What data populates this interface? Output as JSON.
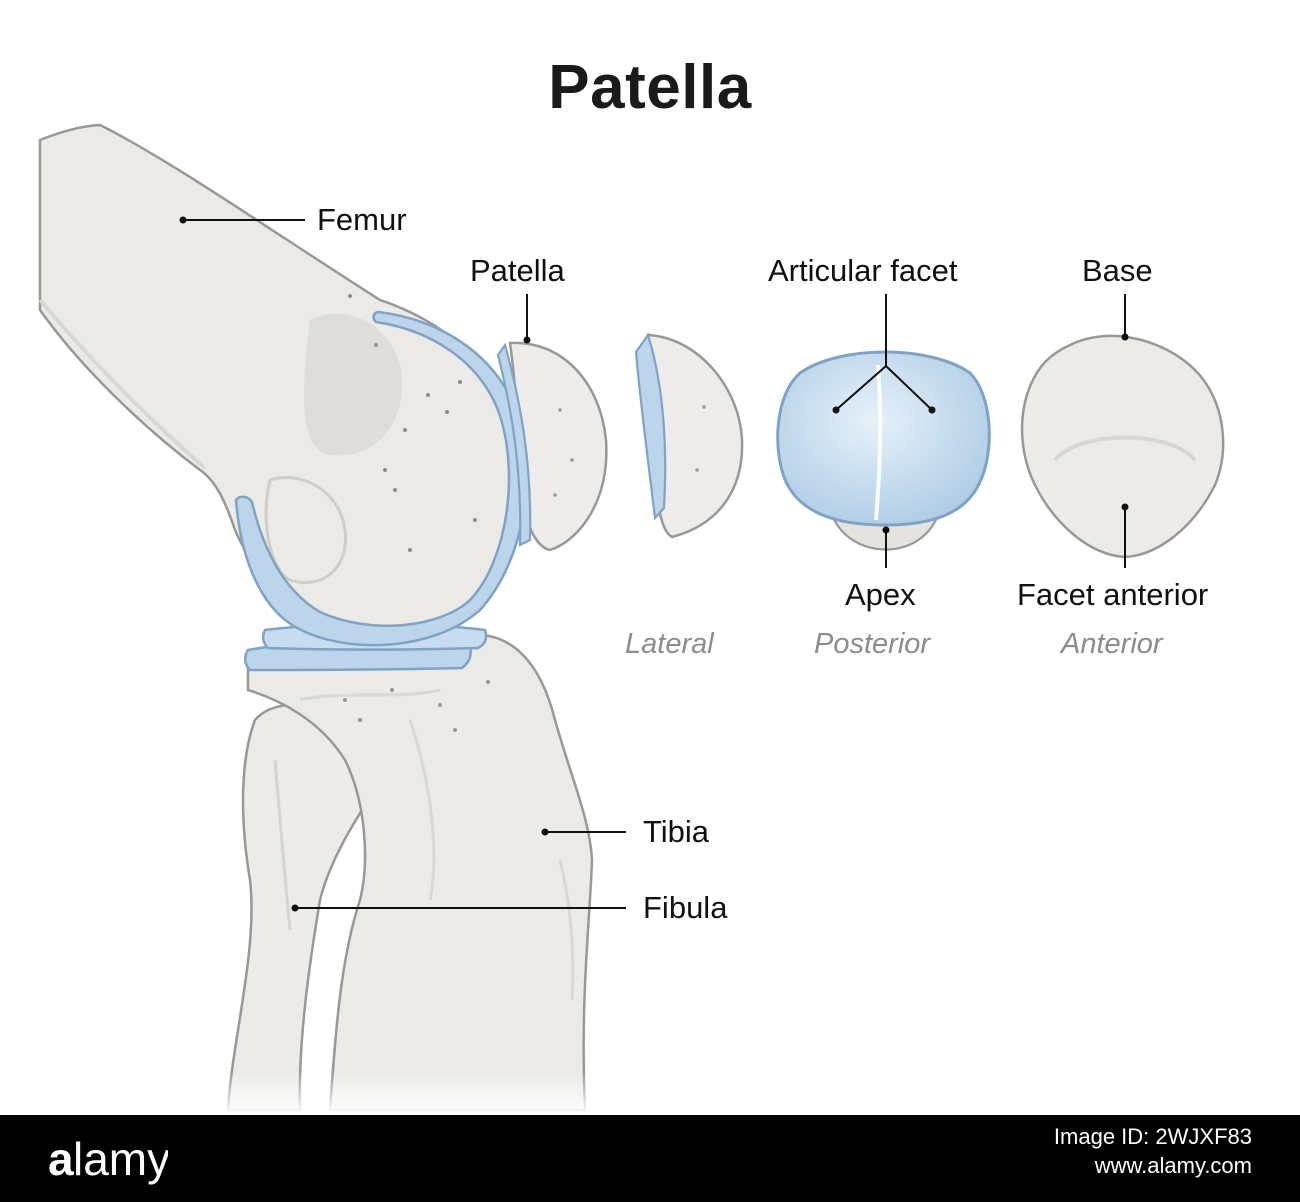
{
  "title": "Patella",
  "labels": {
    "femur": "Femur",
    "patella": "Patella",
    "articular_facet": "Articular facet",
    "base": "Base",
    "apex": "Apex",
    "facet_anterior": "Facet anterior",
    "tibia": "Tibia",
    "fibula": "Fibula"
  },
  "views": {
    "lateral": "Lateral",
    "posterior": "Posterior",
    "anterior": "Anterior"
  },
  "colors": {
    "bone": "#ececea",
    "bone_shadow": "#d9d8d5",
    "bone_outline": "#9a9894",
    "cartilage": "#bcd5ea",
    "cartilage_outline": "#7fa3c4",
    "footer": "#000000"
  },
  "footer": {
    "brand": "alamy",
    "image_id_label": "Image ID: 2WJXF83",
    "site": "www.alamy.com"
  }
}
